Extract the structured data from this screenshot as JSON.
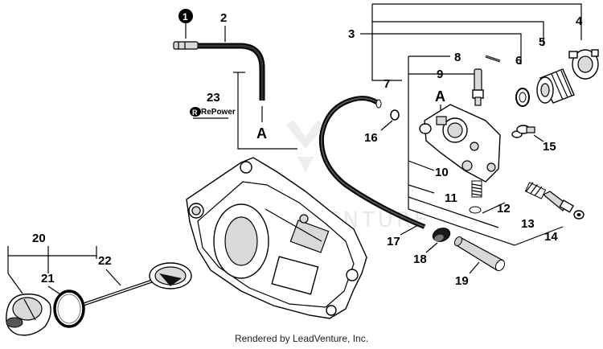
{
  "diagram": {
    "callouts": [
      "2",
      "3",
      "4",
      "5",
      "6",
      "7",
      "8",
      "9",
      "10",
      "11",
      "12",
      "13",
      "14",
      "15",
      "16",
      "17",
      "18",
      "19",
      "20",
      "21",
      "22",
      "23"
    ],
    "circled_callout": "1",
    "ref_letter": "A",
    "repower_logo_text": "RePower",
    "watermark_text": "LEADVENTURE",
    "footer": "Rendered by LeadVenture, Inc."
  }
}
